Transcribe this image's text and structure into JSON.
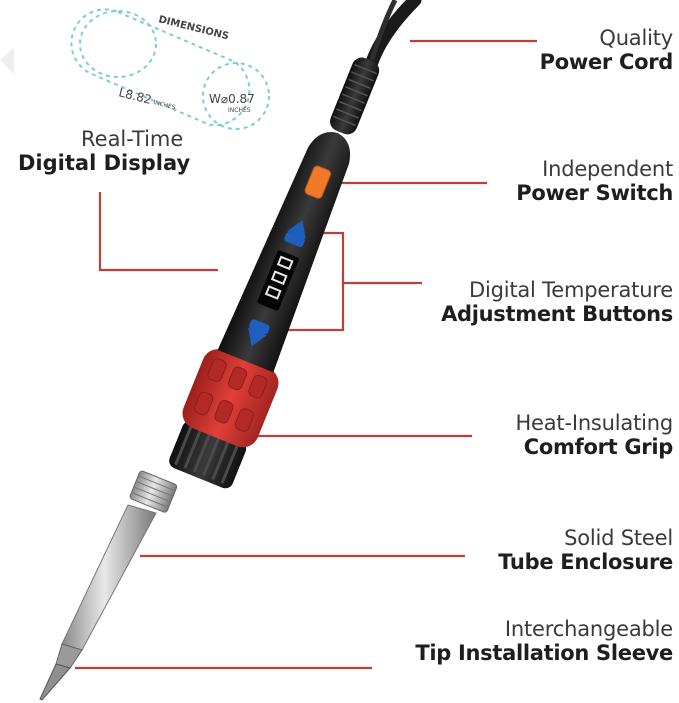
{
  "colors": {
    "leader_line": "#b8413a",
    "grip_red": "#c9302c",
    "handle_black": "#1b1b1b",
    "switch_orange": "#f07a2a",
    "button_blue": "#1f5fbf",
    "dimension_dash": "#7ccfcf",
    "steel": "#b5b5b5"
  },
  "icons": {
    "display": "seven-segment-digits",
    "switch": "power-switch",
    "buttons": "triangle-adjust-buttons"
  },
  "dimensions_badge": {
    "heading": "DIMENSIONS",
    "length_value": "L8.82",
    "length_unit": "INCHES",
    "width_value": "W⌀0.87",
    "width_unit": "INCHES"
  },
  "callouts": {
    "power_cord": {
      "line1": "Quality",
      "line2": "Power Cord"
    },
    "digital_display": {
      "line1": "Real-Time",
      "line2": "Digital Display"
    },
    "power_switch": {
      "line1": "Independent",
      "line2": "Power Switch"
    },
    "adjust_buttons": {
      "line1": "Digital Temperature",
      "line2": "Adjustment Buttons"
    },
    "grip": {
      "line1": "Heat-Insulating",
      "line2": "Comfort Grip"
    },
    "tube": {
      "line1": "Solid Steel",
      "line2": "Tube Enclosure"
    },
    "tip_sleeve": {
      "line1": "Interchangeable",
      "line2": "Tip Installation Sleeve"
    }
  }
}
